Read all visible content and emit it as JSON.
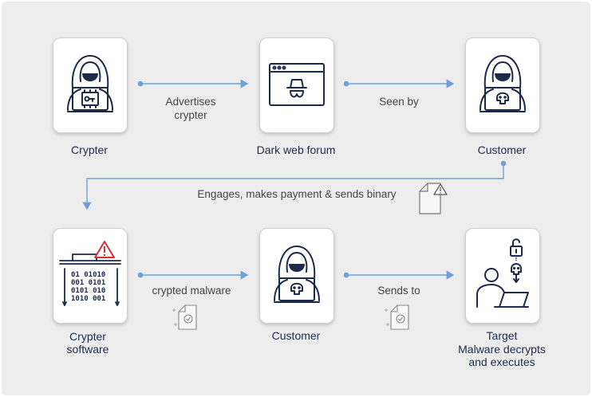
{
  "nodes": {
    "crypter": "Crypter",
    "forum": "Dark web forum",
    "customer_top": "Customer",
    "crypter_software_line1": "Crypter",
    "crypter_software_line2": "software",
    "customer_bottom": "Customer",
    "target_line1": "Target",
    "target_line2": "Malware decrypts",
    "target_line3": "and executes"
  },
  "edges": {
    "advertises_line1": "Advertises",
    "advertises_line2": "crypter",
    "seen_by": "Seen by",
    "engages": "Engages, makes payment & sends binary",
    "crypted_malware": "crypted malware",
    "sends_to": "Sends to"
  },
  "colors": {
    "navy": "#1e2a4a",
    "arrow": "#6f9fd4",
    "warning": "#d6303a",
    "panel": "#ededed"
  }
}
